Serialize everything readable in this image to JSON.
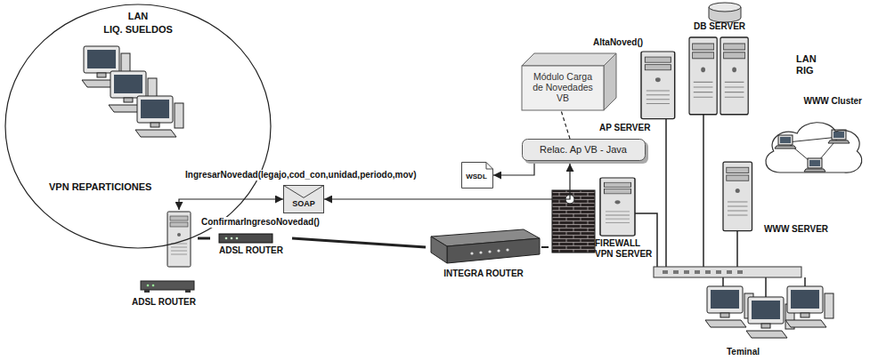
{
  "diagram": {
    "nodes": [
      {
        "text": [
          "LAN",
          "LIQ. SUELDOS",
          "VPN REPARTICIONES"
        ]
      },
      {
        "text": [
          "ADSL ROUTER"
        ]
      },
      {
        "text": [
          "ADSL ROUTER"
        ]
      },
      {
        "text": [
          "SOAP"
        ]
      },
      {
        "text": [
          "WSDL"
        ]
      },
      {
        "text": [
          "INTEGRA ROUTER"
        ]
      },
      {
        "text": [
          "Módulo Carga de Novedades VB"
        ]
      },
      {
        "text": [
          "Relac. Ap VB - Java"
        ]
      },
      {
        "text": [
          "FIREWALL VPN SERVER"
        ]
      },
      {
        "text": [
          "AP SERVER"
        ]
      },
      {
        "text": [
          "DB SERVER"
        ]
      },
      {
        "text": [
          "WWW Cluster"
        ]
      },
      {
        "text": [
          "WWW SERVER"
        ]
      },
      {
        "text": [
          "Teminal"
        ]
      }
    ],
    "edges": [
      {
        "from": 1,
        "to": 2,
        "arrow": "none"
      },
      {
        "from": 2,
        "to": 5,
        "arrow": "none"
      },
      {
        "from": 5,
        "to": 8,
        "arrow": "none"
      },
      {
        "from": 1,
        "to": 3,
        "arrow": "both"
      },
      {
        "from": 3,
        "to": 7,
        "arrow": "both"
      },
      {
        "from": 7,
        "to": 4,
        "arrow": "to"
      },
      {
        "from": 7,
        "to": 6,
        "arrow": "none"
      }
    ],
    "labels": [
      "IngresarNovedad(legajo,cod_con,unidad,periodo,mov)",
      "ConfirmarIngresoNovedad()",
      "AltaNoved()",
      "LAN RIG"
    ]
  }
}
